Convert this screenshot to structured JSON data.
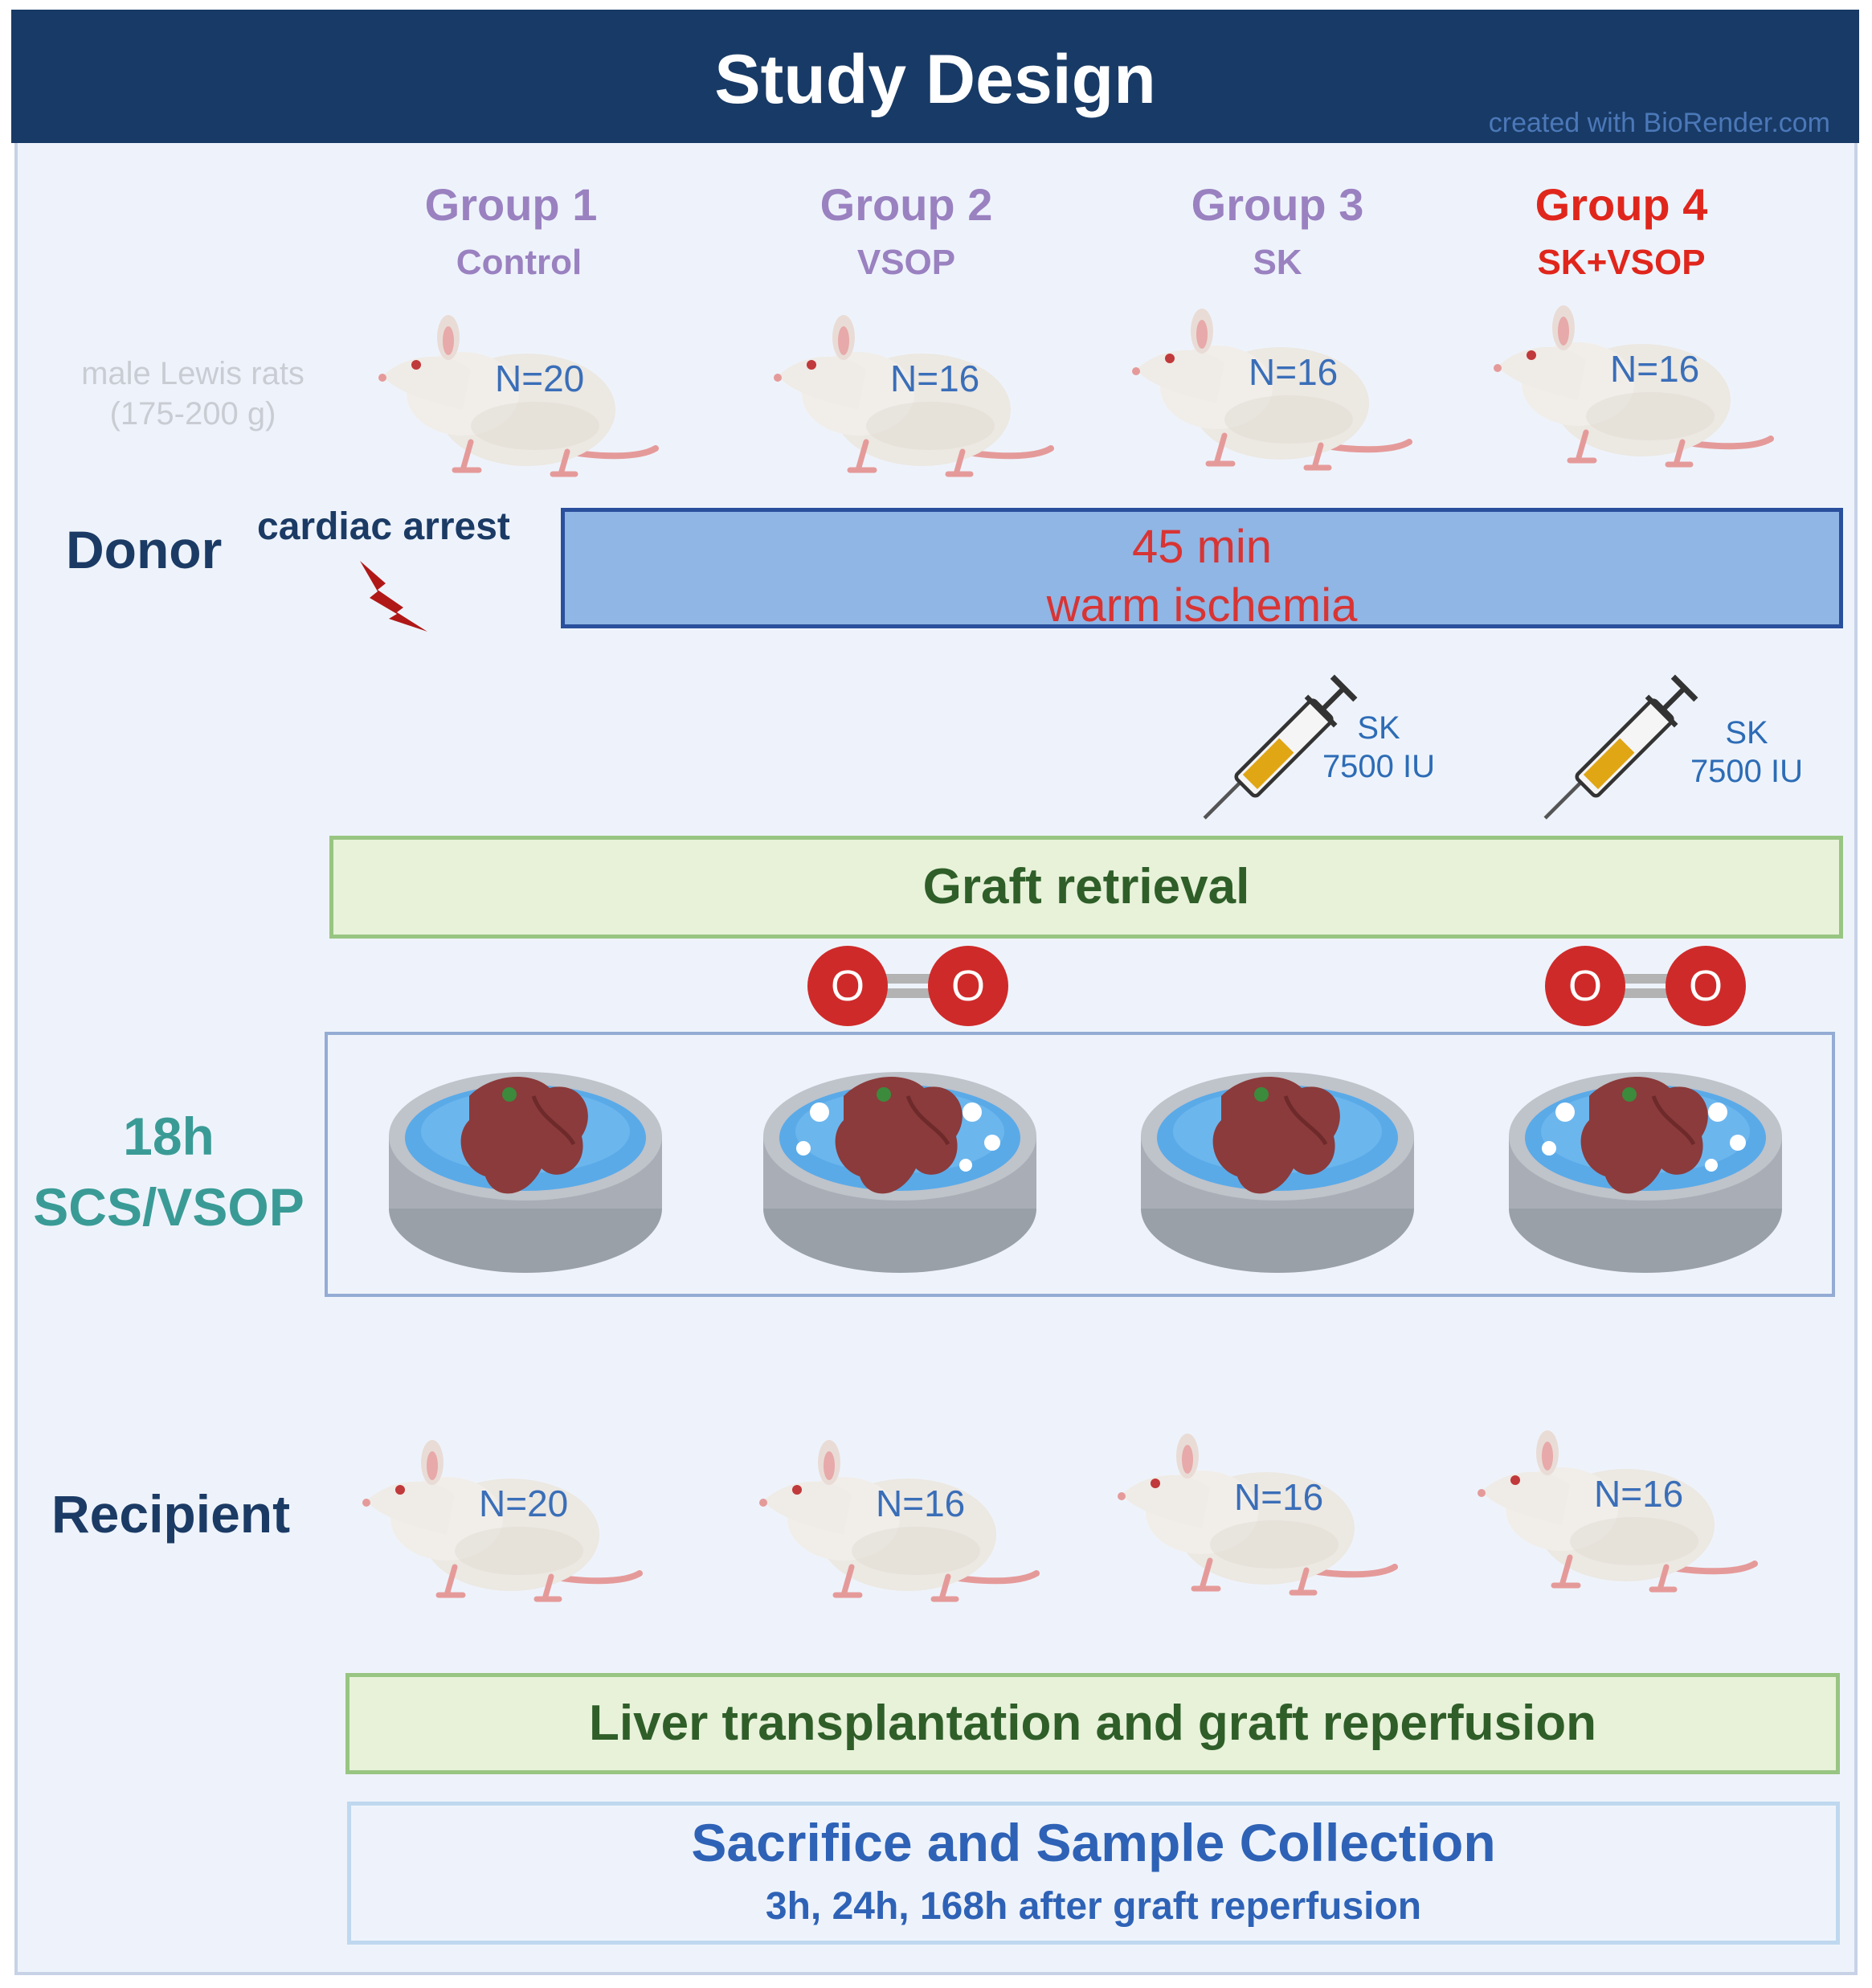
{
  "header": {
    "title": "Study Design",
    "credit": "created with BioRender.com"
  },
  "animals": {
    "line1": "male Lewis rats",
    "line2": "(175-200 g)"
  },
  "groups": [
    {
      "title": "Group 1",
      "subtitle": "Control",
      "donor_n": "N=20",
      "recipient_n": "N=20",
      "color": "#9a81c0"
    },
    {
      "title": "Group 2",
      "subtitle": "VSOP",
      "donor_n": "N=16",
      "recipient_n": "N=16",
      "color": "#9a81c0"
    },
    {
      "title": "Group 3",
      "subtitle": "SK",
      "donor_n": "N=16",
      "recipient_n": "N=16",
      "color": "#9a81c0"
    },
    {
      "title": "Group 4",
      "subtitle": "SK+VSOP",
      "donor_n": "N=16",
      "recipient_n": "N=16",
      "color": "#e0261c"
    }
  ],
  "donor": {
    "label": "Donor",
    "event": "cardiac arrest"
  },
  "ischemia": {
    "line1": "45 min",
    "line2": "warm ischemia"
  },
  "injections": [
    {
      "line1": "SK",
      "line2": "7500 IU"
    },
    {
      "line1": "SK",
      "line2": "7500 IU"
    }
  ],
  "oxygen": {
    "atom": "O"
  },
  "graft_retrieval": "Graft retrieval",
  "storage": {
    "line1": "18h",
    "line2": "SCS/VSOP"
  },
  "recipient": {
    "label": "Recipient"
  },
  "transplant": "Liver transplantation and graft reperfusion",
  "sampling": {
    "title": "Sacrifice and Sample Collection",
    "times": "3h, 24h, 168h after graft reperfusion"
  }
}
